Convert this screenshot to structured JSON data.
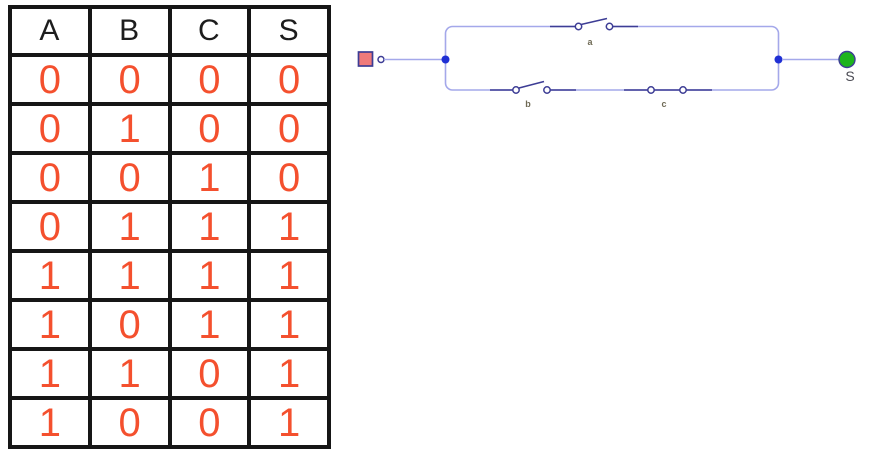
{
  "truth_table": {
    "headers": [
      "A",
      "B",
      "C",
      "S"
    ],
    "rows": [
      [
        "0",
        "0",
        "0",
        "0"
      ],
      [
        "0",
        "1",
        "0",
        "0"
      ],
      [
        "0",
        "0",
        "1",
        "0"
      ],
      [
        "0",
        "1",
        "1",
        "1"
      ],
      [
        "1",
        "1",
        "1",
        "1"
      ],
      [
        "1",
        "0",
        "1",
        "1"
      ],
      [
        "1",
        "1",
        "0",
        "1"
      ],
      [
        "1",
        "0",
        "0",
        "1"
      ]
    ],
    "digit_color": "#f4502e",
    "header_color": "#1d1d1d"
  },
  "circuit": {
    "type": "switch-network",
    "output_label": "S",
    "switches": [
      {
        "label": "a",
        "state": "open",
        "branch": "top"
      },
      {
        "label": "b",
        "state": "open",
        "branch": "bottom"
      },
      {
        "label": "c",
        "state": "closed",
        "branch": "bottom"
      }
    ],
    "colors": {
      "wire_light": "#a4a8ea",
      "wire_dark": "#3d3d95",
      "junction": "#1f2fd4",
      "input_fill": "#ef7a7a",
      "output_fill": "#1db41d",
      "component_label": "#6f6a55"
    }
  }
}
